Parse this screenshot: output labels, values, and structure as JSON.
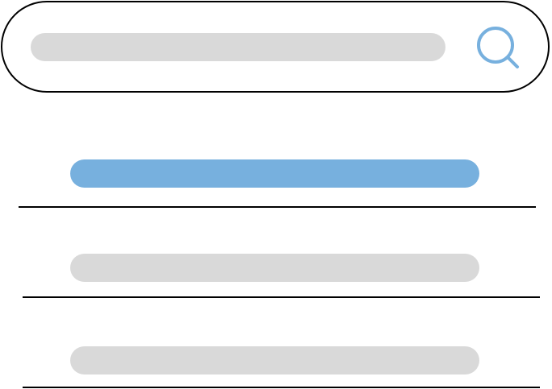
{
  "colors": {
    "border": "#000000",
    "placeholder_gray": "#d9d9d9",
    "accent_blue": "#77b0de",
    "background": "#ffffff"
  },
  "search": {
    "icon": "search-icon"
  },
  "results": [
    {
      "state": "selected"
    },
    {
      "state": "default"
    },
    {
      "state": "default"
    }
  ]
}
